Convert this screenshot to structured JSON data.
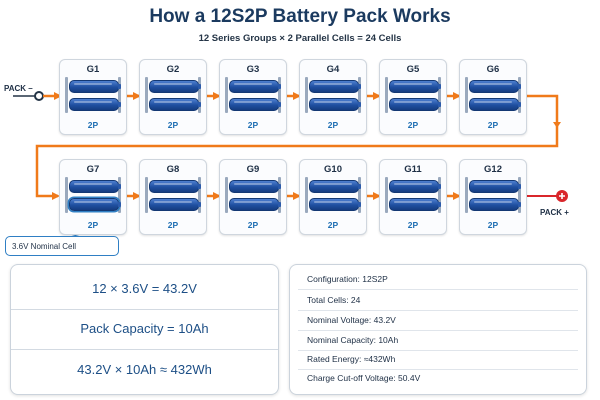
{
  "header": {
    "title": "How a 12S2P Battery Pack Works",
    "subtitle": "12 Series Groups × 2 Parallel Cells = 24 Cells"
  },
  "groups": [
    {
      "label": "G1",
      "config": "2P"
    },
    {
      "label": "G2",
      "config": "2P"
    },
    {
      "label": "G3",
      "config": "2P"
    },
    {
      "label": "G4",
      "config": "2P"
    },
    {
      "label": "G5",
      "config": "2P"
    },
    {
      "label": "G6",
      "config": "2P"
    },
    {
      "label": "G7",
      "config": "2P"
    },
    {
      "label": "G8",
      "config": "2P"
    },
    {
      "label": "G9",
      "config": "2P"
    },
    {
      "label": "G10",
      "config": "2P"
    },
    {
      "label": "G11",
      "config": "2P"
    },
    {
      "label": "G12",
      "config": "2P"
    }
  ],
  "terminals": {
    "negative": "PACK –",
    "positive": "PACK +"
  },
  "callout": "3.6V Nominal Cell",
  "formulas": [
    "12 × 3.6V = 43.2V",
    "Pack Capacity = 10Ah",
    "43.2V × 10Ah ≈ 432Wh"
  ],
  "specs": [
    "Configuration: 12S2P",
    "Total Cells: 24",
    "Nominal Voltage: 43.2V",
    "Nominal Capacity: 10Ah",
    "Rated Energy: ≈432Wh",
    "Charge Cut-off Voltage: 50.4V"
  ],
  "colors": {
    "current_flow": "#f07a1a",
    "cell": "#1f4fa0",
    "positive_terminal": "#d9262b",
    "title": "#1b3a5f",
    "accent": "#2f7fc4"
  }
}
